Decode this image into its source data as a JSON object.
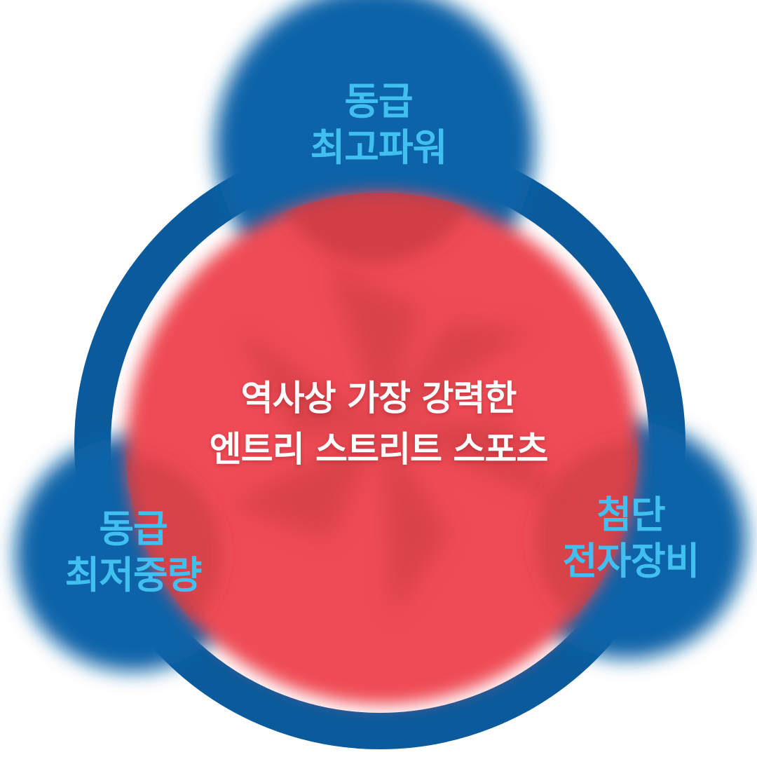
{
  "colors": {
    "blue": "#0f63a8",
    "blue_dark": "#0b5b9c",
    "red": "#ef4b54",
    "red_dark": "#c83a40",
    "label_cyan": "#41bff1",
    "center_text": "#ffffff",
    "background": "#ffffff"
  },
  "features": {
    "top": {
      "line1": "동급",
      "line2": "최고파워"
    },
    "left": {
      "line1": "동급",
      "line2": "최저중량"
    },
    "right": {
      "line1": "첨단",
      "line2": "전자장비"
    }
  },
  "center": {
    "line1": "역사상 가장 강력한",
    "line2": "엔트리 스트리트 스포츠"
  }
}
